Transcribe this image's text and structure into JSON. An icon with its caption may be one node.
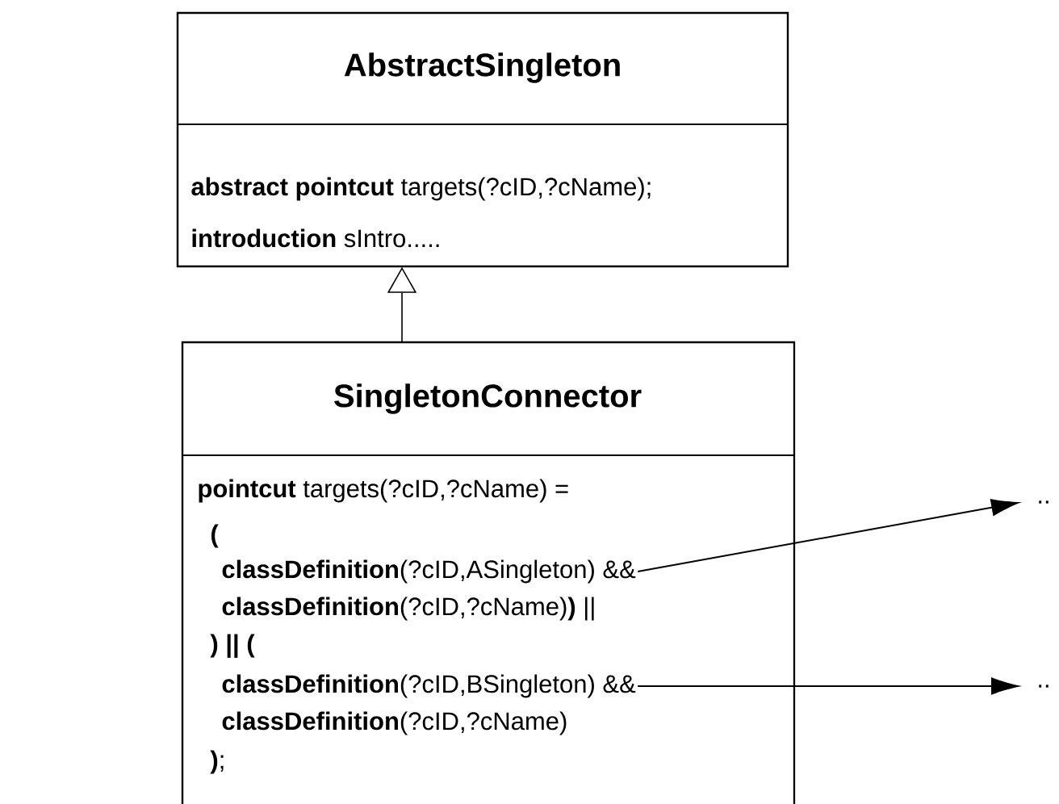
{
  "diagram": {
    "nodes": [
      {
        "text": [
          "AbstractSingleton",
          "**abstract**  **pointcut** targets(?cID,?cName);",
          "**introduction** sIntro....."
        ]
      },
      {
        "text": [
          "SingletonConnector",
          "**pointcut** targets(?cID,?cName) =",
          "**(**",
          "**classDefinition**(?cID,?cName)**)** ||",
          "**) || (**",
          "**classDefinition**(?cID,?cName)",
          "**)**;"
        ]
      },
      {
        "text": [
          "**classDefinition**(?cID,ASingleton) &&"
        ],
        "in": 1
      },
      {
        "text": [
          "**classDefinition**(?cID,BSingleton) &&"
        ],
        "in": 1
      },
      {
        "text": [
          ".."
        ]
      },
      {
        "text": [
          ".."
        ]
      }
    ],
    "edges": [
      {
        "from": 1,
        "to": 0,
        "arrow": "to"
      },
      {
        "from": 2,
        "to": 4,
        "arrow": "to"
      },
      {
        "from": 3,
        "to": 5,
        "arrow": "to"
      }
    ]
  }
}
